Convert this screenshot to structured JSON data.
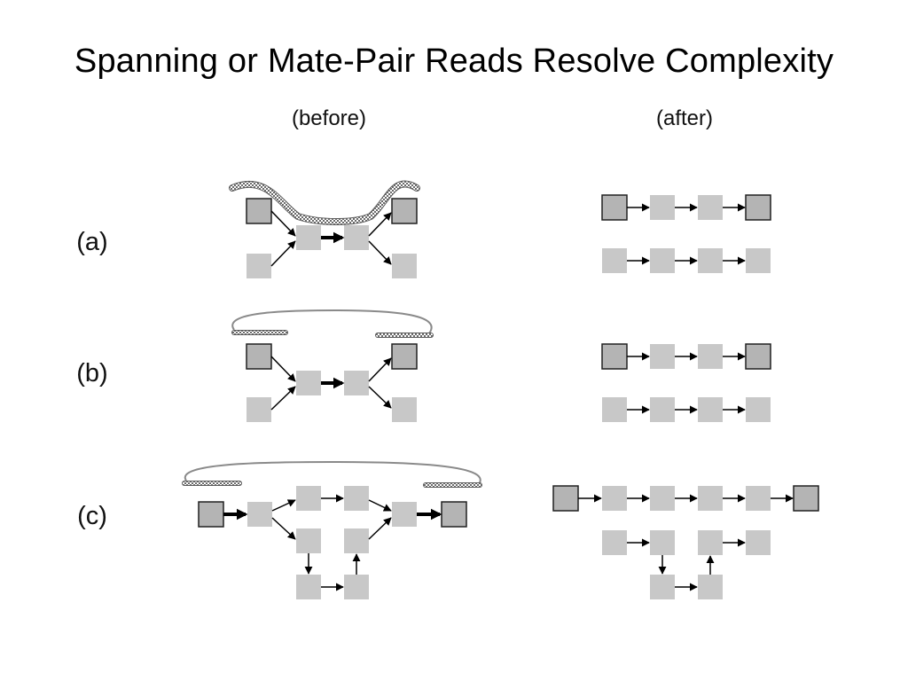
{
  "slide": {
    "title": "Spanning or Mate-Pair Reads Resolve Complexity",
    "column_headers": {
      "before": "(before)",
      "after": "(after)"
    },
    "row_labels": {
      "a": "(a)",
      "b": "(b)",
      "c": "(c)"
    }
  },
  "colors": {
    "boxed_node_fill": "#b4b4b4",
    "boxed_node_stroke": "#202020",
    "plain_node_fill": "#c8c8c8",
    "edge": "#000000",
    "read_fill": "#9a9a9a",
    "read_stroke": "#555555"
  }
}
